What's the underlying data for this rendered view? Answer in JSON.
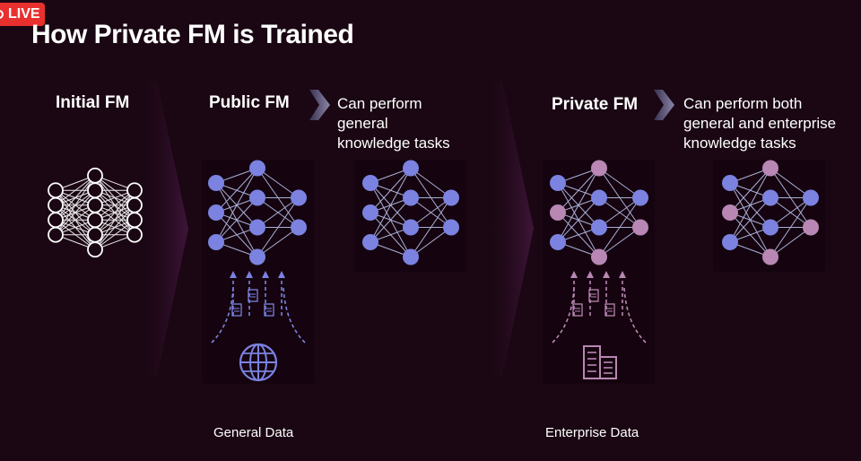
{
  "badge": {
    "label": "LIVE",
    "color": "#e8312f"
  },
  "title": "How Private FM is Trained",
  "columns": {
    "initial": {
      "heading": "Initial FM"
    },
    "public": {
      "heading": "Public FM",
      "description": [
        "Can perform",
        "general",
        "knowledge tasks"
      ],
      "data_label": "General Data",
      "data_icon": "globe-icon"
    },
    "private": {
      "heading": "Private FM",
      "description": [
        "Can perform both",
        "general and enterprise",
        "knowledge tasks"
      ],
      "data_label": "Enterprise Data",
      "data_icon": "building-icon"
    }
  },
  "colors": {
    "background": "#1a0713",
    "public_node": "#7b82e0",
    "enterprise_node": "#b887b3",
    "edge": "#aab0d8",
    "initial_node": "#ffffff"
  },
  "icons": [
    "document-icon",
    "globe-icon",
    "building-icon",
    "arrow-up-icon",
    "chevron-right-icon"
  ]
}
